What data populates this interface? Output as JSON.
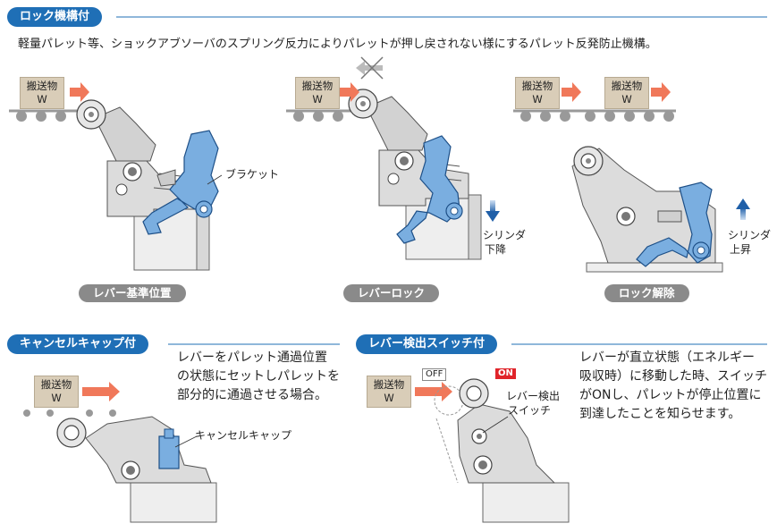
{
  "sections": {
    "lock": {
      "title": "ロック機構付",
      "description": "軽量パレット等、ショックアブソーバのスプリング反力によりパレットが押し戻されない様にするパレット反発防止機構。"
    },
    "cancel_cap": {
      "title": "キャンセルキャップ付"
    },
    "switch": {
      "title": "レバー検出スイッチ付"
    }
  },
  "cargo": {
    "line1": "搬送物",
    "line2": "W"
  },
  "panels": {
    "p1": {
      "caption": "レバー基準位置",
      "bracket_label": "ブラケット"
    },
    "p2": {
      "caption": "レバーロック",
      "cylinder_label_1": "シリンダ",
      "cylinder_label_2": "下降"
    },
    "p3": {
      "caption": "ロック解除",
      "cylinder_label_1": "シリンダ",
      "cylinder_label_2": "上昇"
    }
  },
  "cancel_panel": {
    "text_lines": [
      "レバーをパレット通過位置",
      "の状態にセットしパレットを",
      "部分的に通過させる場合。"
    ],
    "cap_label": "キャンセルキャップ"
  },
  "switch_panel": {
    "off_label": "OFF",
    "on_label": "ON",
    "switch_label_1": "レバー検出",
    "switch_label_2": "スイッチ",
    "text_lines": [
      "レバーが直立状態（エネルギー",
      "吸収時）に移動した時、スイッチ",
      "がONし、パレットが停止位置に",
      "到達したことを知らせます。"
    ]
  },
  "colors": {
    "accent": "#1f6fb6",
    "lever_blue": "#7aaee0",
    "arrow_orange": "#f0785a",
    "cargo": "#d9cdb8",
    "caption_gray": "#8a8a8a",
    "on_red": "#e0242a"
  },
  "icons": [
    "right-arrow-icon",
    "cross-mark-icon",
    "down-arrow-icon",
    "up-arrow-icon"
  ]
}
